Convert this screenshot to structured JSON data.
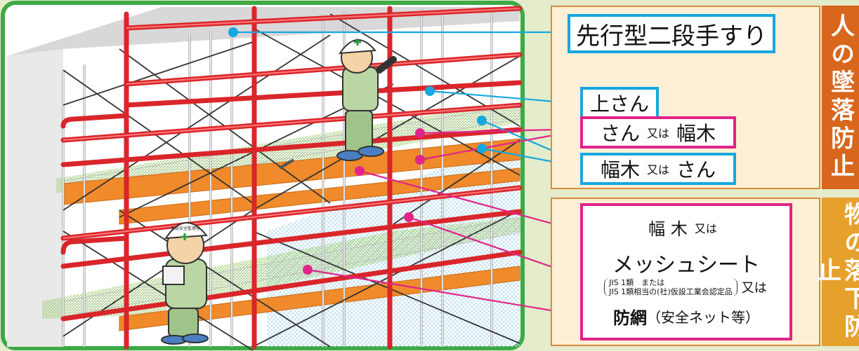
{
  "labels": {
    "handrail": "先行型二段手すり",
    "upper_rail": "上さん",
    "rail_or_toeboard": {
      "a": "さん",
      "or": "又は",
      "b": "幅木"
    },
    "toeboard_or_rail": {
      "a": "幅木",
      "or": "又は",
      "b": "さん"
    },
    "bottom": {
      "toeboard": "幅 木",
      "or1": "又は",
      "mesh": "メッシュシート",
      "jis_line1": "JIS 1類　または",
      "jis_line2": "JIS 1類相当の(社)仮設工業会認定品",
      "or2": "又は",
      "net": "防網",
      "net_note": "（安全ネット等）"
    }
  },
  "side": {
    "top": "人の墜落防止",
    "bottom": "物の落下防止"
  },
  "worker_helmet_text": "仮設安全監理者",
  "colors": {
    "frame_red": "#d9262b",
    "toeboard_orange": "#f08a2a",
    "callout_blue": "#16a7de",
    "callout_pink": "#e0248a",
    "scene_border": "#3daa46",
    "panel_orange": "#d8661c",
    "panel_yellow": "#e5a12c"
  }
}
